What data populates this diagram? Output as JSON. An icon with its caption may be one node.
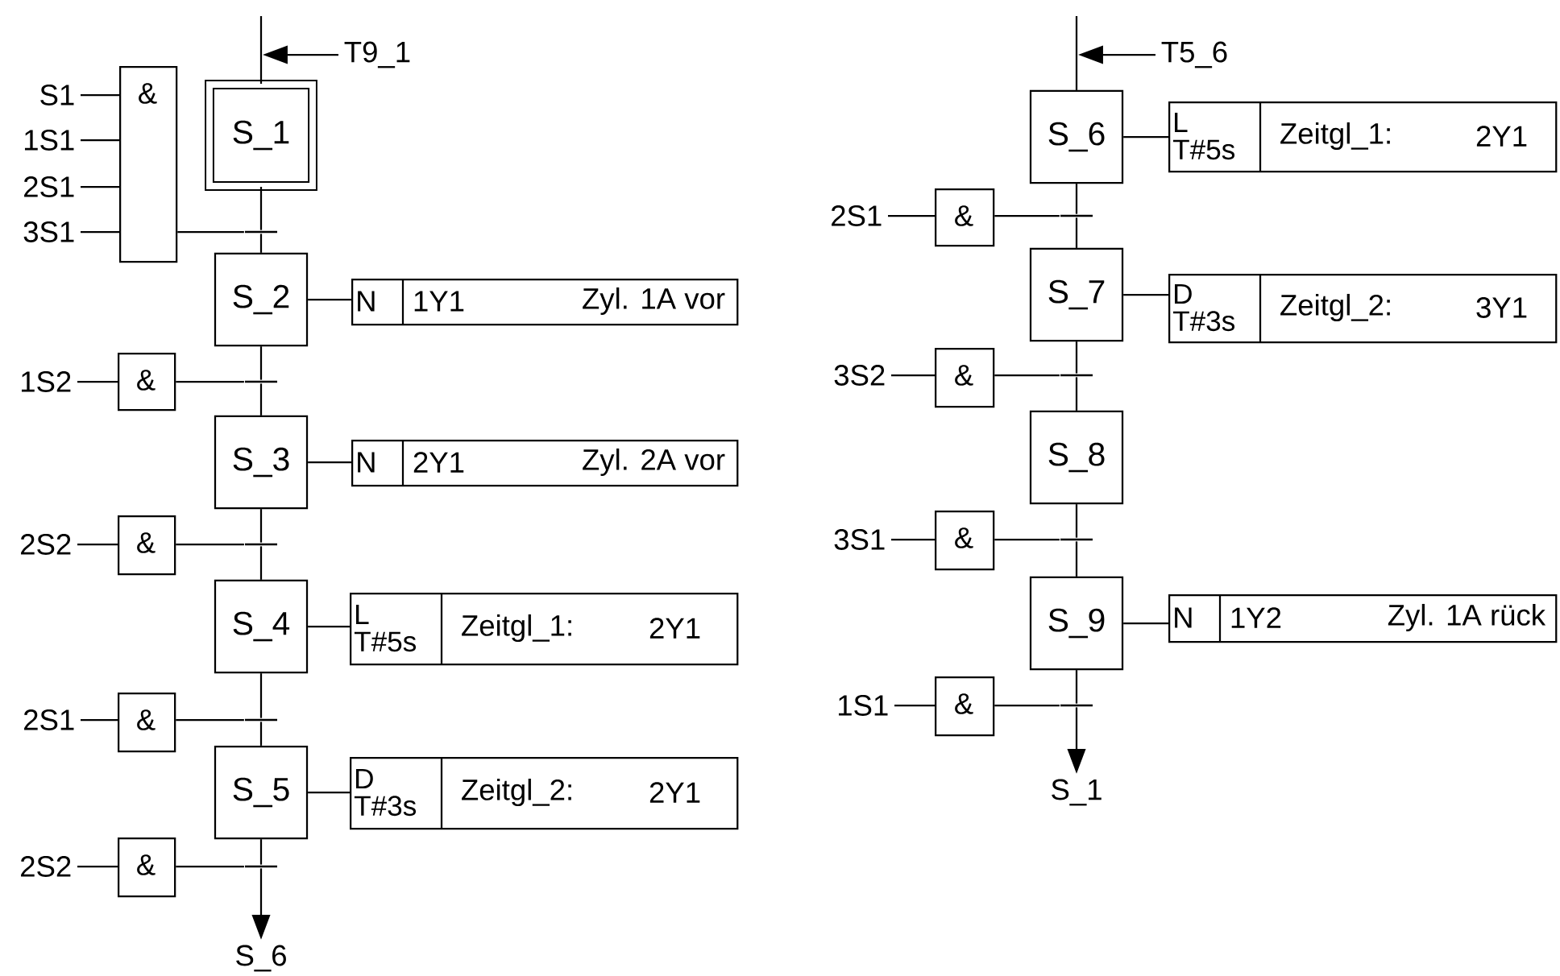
{
  "diagram": {
    "nodes": [
      {
        "text": [
          "T9_1"
        ]
      },
      {
        "text": [
          "S1"
        ]
      },
      {
        "text": [
          "1S1"
        ]
      },
      {
        "text": [
          "2S1"
        ]
      },
      {
        "text": [
          "3S1"
        ]
      },
      {
        "text": [
          "&"
        ]
      },
      {
        "text": [
          "S_1"
        ]
      },
      {
        "text": [],
        "shape": "bar"
      },
      {
        "text": [
          "S_2"
        ]
      },
      {
        "text": [
          "N",
          "1Y1",
          "Zyl. 1A vor"
        ]
      },
      {
        "text": [
          "1S2"
        ]
      },
      {
        "text": [
          "&"
        ]
      },
      {
        "text": [],
        "shape": "bar"
      },
      {
        "text": [
          "S_3"
        ]
      },
      {
        "text": [
          "N",
          "2Y1",
          "Zyl. 2A vor"
        ]
      },
      {
        "text": [
          "2S2"
        ]
      },
      {
        "text": [
          "&"
        ]
      },
      {
        "text": [],
        "shape": "bar"
      },
      {
        "text": [
          "S_4"
        ]
      },
      {
        "text": [
          "L T#5s",
          "Zeitgl_1:",
          "2Y1"
        ]
      },
      {
        "text": [
          "2S1"
        ]
      },
      {
        "text": [
          "&"
        ]
      },
      {
        "text": [],
        "shape": "bar"
      },
      {
        "text": [
          "S_5"
        ]
      },
      {
        "text": [
          "D T#3s",
          "Zeitgl_2:",
          "2Y1"
        ]
      },
      {
        "text": [
          "2S2"
        ]
      },
      {
        "text": [
          "&"
        ]
      },
      {
        "text": [],
        "shape": "bar"
      },
      {
        "text": [
          "S_6"
        ]
      },
      {
        "text": [
          "T5_6"
        ]
      },
      {
        "text": [
          "S_6"
        ]
      },
      {
        "text": [
          "L T#5s",
          "Zeitgl_1:",
          "2Y1"
        ]
      },
      {
        "text": [
          "2S1"
        ]
      },
      {
        "text": [
          "&"
        ]
      },
      {
        "text": [],
        "shape": "bar"
      },
      {
        "text": [
          "S_7"
        ]
      },
      {
        "text": [
          "D T#3s",
          "Zeitgl_2:",
          "3Y1"
        ]
      },
      {
        "text": [
          "3S2"
        ]
      },
      {
        "text": [
          "&"
        ]
      },
      {
        "text": [],
        "shape": "bar"
      },
      {
        "text": [
          "S_8"
        ]
      },
      {
        "text": [
          "3S1"
        ]
      },
      {
        "text": [
          "&"
        ]
      },
      {
        "text": [],
        "shape": "bar"
      },
      {
        "text": [
          "S_9"
        ]
      },
      {
        "text": [
          "N",
          "1Y2",
          "Zyl. 1A rück"
        ]
      },
      {
        "text": [
          "1S1"
        ]
      },
      {
        "text": [
          "&"
        ]
      },
      {
        "text": [],
        "shape": "bar"
      },
      {
        "text": [
          "S_1"
        ]
      }
    ],
    "edges": [
      {
        "from": null,
        "to": 6,
        "arrow": "none"
      },
      {
        "from": 0,
        "to": null,
        "arrow": "to"
      },
      {
        "from": 1,
        "to": 5,
        "arrow": "none"
      },
      {
        "from": 2,
        "to": 5,
        "arrow": "none"
      },
      {
        "from": 3,
        "to": 5,
        "arrow": "none"
      },
      {
        "from": 4,
        "to": 5,
        "arrow": "none"
      },
      {
        "from": 6,
        "to": 7,
        "arrow": "none"
      },
      {
        "from": 5,
        "to": 7,
        "arrow": "none"
      },
      {
        "from": 7,
        "to": 8,
        "arrow": "none"
      },
      {
        "from": 8,
        "to": 9,
        "arrow": "none"
      },
      {
        "from": 8,
        "to": 12,
        "arrow": "none"
      },
      {
        "from": 10,
        "to": 11,
        "arrow": "none"
      },
      {
        "from": 11,
        "to": 12,
        "arrow": "none"
      },
      {
        "from": 12,
        "to": 13,
        "arrow": "none"
      },
      {
        "from": 13,
        "to": 14,
        "arrow": "none"
      },
      {
        "from": 13,
        "to": 17,
        "arrow": "none"
      },
      {
        "from": 15,
        "to": 16,
        "arrow": "none"
      },
      {
        "from": 16,
        "to": 17,
        "arrow": "none"
      },
      {
        "from": 17,
        "to": 18,
        "arrow": "none"
      },
      {
        "from": 18,
        "to": 19,
        "arrow": "none"
      },
      {
        "from": 18,
        "to": 22,
        "arrow": "none"
      },
      {
        "from": 20,
        "to": 21,
        "arrow": "none"
      },
      {
        "from": 21,
        "to": 22,
        "arrow": "none"
      },
      {
        "from": 22,
        "to": 23,
        "arrow": "none"
      },
      {
        "from": 23,
        "to": 24,
        "arrow": "none"
      },
      {
        "from": 23,
        "to": 27,
        "arrow": "none"
      },
      {
        "from": 25,
        "to": 26,
        "arrow": "none"
      },
      {
        "from": 26,
        "to": 27,
        "arrow": "none"
      },
      {
        "from": 27,
        "to": 28,
        "arrow": "to"
      },
      {
        "from": null,
        "to": 30,
        "arrow": "none"
      },
      {
        "from": 29,
        "to": null,
        "arrow": "to"
      },
      {
        "from": 30,
        "to": 31,
        "arrow": "none"
      },
      {
        "from": 30,
        "to": 34,
        "arrow": "none"
      },
      {
        "from": 32,
        "to": 33,
        "arrow": "none"
      },
      {
        "from": 33,
        "to": 34,
        "arrow": "none"
      },
      {
        "from": 34,
        "to": 35,
        "arrow": "none"
      },
      {
        "from": 35,
        "to": 36,
        "arrow": "none"
      },
      {
        "from": 35,
        "to": 39,
        "arrow": "none"
      },
      {
        "from": 37,
        "to": 38,
        "arrow": "none"
      },
      {
        "from": 38,
        "to": 39,
        "arrow": "none"
      },
      {
        "from": 39,
        "to": 40,
        "arrow": "none"
      },
      {
        "from": 40,
        "to": 43,
        "arrow": "none"
      },
      {
        "from": 41,
        "to": 42,
        "arrow": "none"
      },
      {
        "from": 42,
        "to": 43,
        "arrow": "none"
      },
      {
        "from": 43,
        "to": 44,
        "arrow": "none"
      },
      {
        "from": 44,
        "to": 45,
        "arrow": "none"
      },
      {
        "from": 44,
        "to": 48,
        "arrow": "none"
      },
      {
        "from": 46,
        "to": 47,
        "arrow": "none"
      },
      {
        "from": 47,
        "to": 48,
        "arrow": "none"
      },
      {
        "from": 48,
        "to": 49,
        "arrow": "to"
      }
    ]
  }
}
